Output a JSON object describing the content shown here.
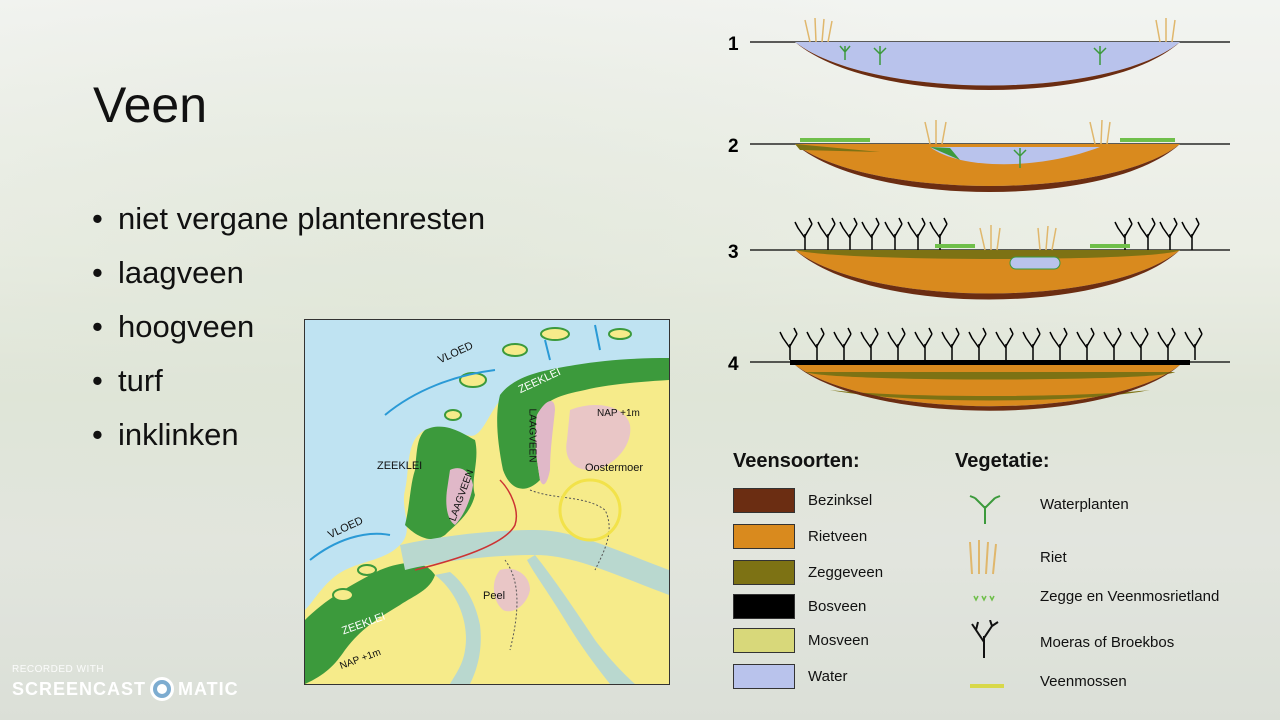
{
  "slide": {
    "title": "Veen",
    "bullets": [
      "niet vergane plantenresten",
      "laagveen",
      "hoogveen",
      "turf",
      "inklinken"
    ],
    "bullet_symbol": "•"
  },
  "map": {
    "labels": {
      "vloed_top": "VLOED",
      "vloed_bottom": "VLOED",
      "zeeklei_top": "ZEEKLEI",
      "zeeklei_left": "ZEEKLEI",
      "zeeklei_bottom": "ZEEKLEI",
      "laagveen_top": "LAAGVEEN",
      "laagveen_left": "LAAGVEEN",
      "nap_top": "NAP +1m",
      "nap_bottom": "NAP +1m",
      "oostermoer": "Oostermoer",
      "peel": "Peel"
    },
    "colors": {
      "sea": "#bfe3f2",
      "zeeklei": "#3c9a3c",
      "laagveen": "#e0b8c8",
      "land": "#f6eb8a",
      "river": "#b9d8cf"
    }
  },
  "profiles": {
    "numbers": [
      "1",
      "2",
      "3",
      "4"
    ]
  },
  "legend": {
    "veensoorten_title": "Veensoorten:",
    "vegetatie_title": "Vegetatie:",
    "veensoorten": [
      {
        "label": "Bezinksel",
        "color": "#6b2d12"
      },
      {
        "label": "Rietveen",
        "color": "#d98a1e"
      },
      {
        "label": "Zeggeveen",
        "color": "#7d7214"
      },
      {
        "label": "Bosveen",
        "color": "#000000"
      },
      {
        "label": "Mosveen",
        "color": "#d8d87a"
      },
      {
        "label": "Water",
        "color": "#b9c3ec"
      }
    ],
    "vegetatie": [
      {
        "label": "Waterplanten",
        "icon": "waterplant-icon"
      },
      {
        "label": "Riet",
        "icon": "reed-icon"
      },
      {
        "label": "Zegge en Veenmosrietland",
        "icon": "sedge-icon"
      },
      {
        "label": "Moeras of Broekbos",
        "icon": "tree-icon"
      },
      {
        "label": "Veenmossen",
        "icon": "moss-icon"
      }
    ]
  },
  "watermark": {
    "line1": "RECORDED WITH",
    "brand_left": "SCREENCAST",
    "brand_right": "MATIC"
  }
}
